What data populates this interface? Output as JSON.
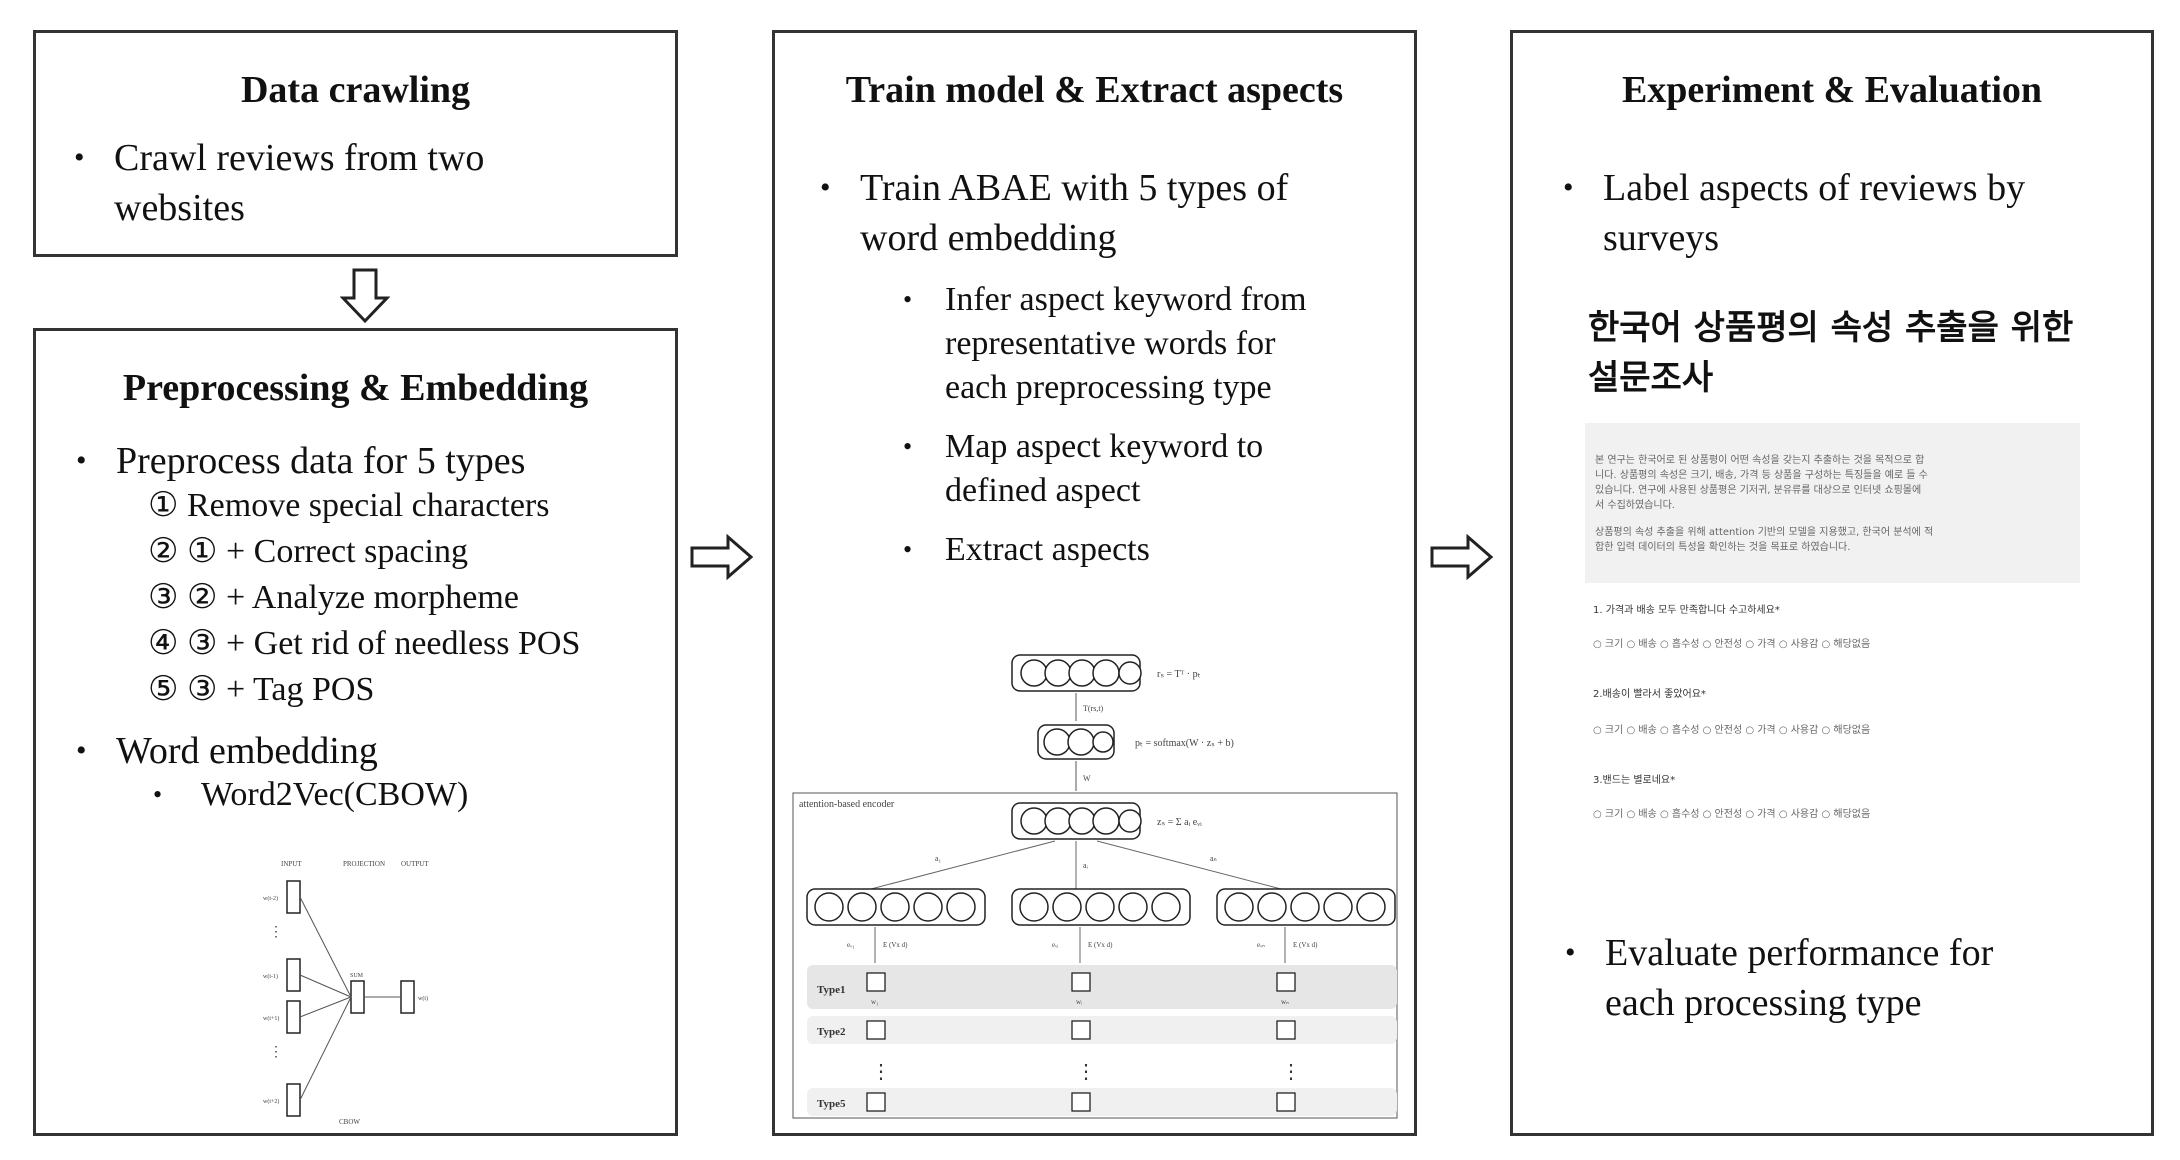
{
  "box1": {
    "title": "Data crawling",
    "bullets": [
      "Crawl reviews from two",
      "websites"
    ]
  },
  "box2": {
    "title": "Preprocessing & Embedding",
    "bullet1": "Preprocess data for 5 types",
    "types": [
      "① Remove special characters",
      "② ① + Correct spacing",
      "③ ② + Analyze  morpheme",
      "④ ③ + Get rid of needless POS",
      "⑤ ③ + Tag POS"
    ],
    "bullet2": "Word embedding",
    "sub_bullet": "Word2Vec(CBOW)",
    "cbow": {
      "input": "INPUT",
      "projection": "PROJECTION",
      "output": "OUTPUT",
      "sum": "SUM",
      "caption": "CBOW",
      "w_labels": [
        "w(t-2)",
        "w(t-1)",
        "w(t+1)",
        "w(t+2)",
        "w(t)"
      ]
    }
  },
  "box3": {
    "title": "Train model & Extract aspects",
    "bullet1": [
      "Train ABAE with 5 types of",
      "word embedding"
    ],
    "sub1": [
      "Infer aspect keyword from",
      "representative  words for",
      "each preprocessing  type"
    ],
    "sub2": [
      "Map aspect keyword to",
      "defined aspect"
    ],
    "sub3": "Extract aspects",
    "abae": {
      "encoder_label": "attention-based encoder",
      "eq_top": "rₛ = Tᵀ · pₜ",
      "eq_mid": "pₜ = softmax(W · zₛ + b)",
      "eq_z": "zₛ = Σ aᵢ eᵥᵢ",
      "t_label": "T(rs,t)",
      "w_label": "W",
      "a_labels": [
        "a₁",
        "aᵢ",
        "aₙ"
      ],
      "e_labels": [
        "eᵥ₁",
        "eᵥᵢ",
        "eᵥₙ"
      ],
      "ew_label": "E (Vx d)",
      "types": [
        "Type1",
        "Type2",
        "Type5"
      ],
      "w_sub": [
        "w₁",
        "wᵢ",
        "wₙ"
      ],
      "dots": "⋮"
    }
  },
  "box4": {
    "title": "Experiment & Evaluation",
    "bullet1": [
      "Label aspects of reviews by",
      "surveys"
    ],
    "survey_title": [
      "한국어 상품평의 속성 추출을 위한",
      "설문조사"
    ],
    "survey_text": [
      "본 연구는 한국어로 된 상품평이 어떤 속성을 갖는지 추출하는 것을 목적으로 합",
      "니다. 상품평의 속성은 크기, 배송, 가격 등 상품을 구성하는 특징들을 예로 들 수",
      "있습니다. 연구에 사용된 상품평은 기저귀, 분유류를 대상으로 인터넷 쇼핑몰에",
      "서 수집하였습니다.",
      "",
      "상품평의 속성 추출을 위해 attention 기반의 모델을 지용했고, 한국어 분석에 적",
      "합한 입력 데이터의 특성을 확인하는 것을 목표로 하였습니다."
    ],
    "questions": [
      "1. 가격과 배송 모두 만족합니다 수고하세요*",
      "2.배송이 빨라서 좋았어요*",
      "3.밴드는 별로네요*"
    ],
    "options": "○ 크기  ○ 배송  ○ 흡수성  ○ 안전성  ○ 가격  ○ 사용감  ○ 해당없음",
    "bullet2": [
      "Evaluate performance for",
      "each processing  type"
    ]
  },
  "bullet_char": "•"
}
